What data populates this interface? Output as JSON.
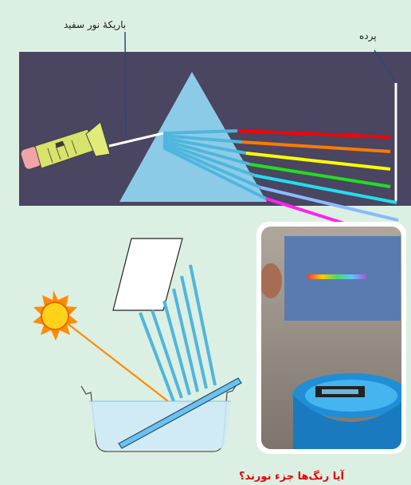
{
  "labels": {
    "white_beam": "باریکهٔ نور سفید",
    "screen": "پرده",
    "bottom_question": "آیا رنگ‌ها جزء نورند؟"
  },
  "icons": [
    "flashlight-icon",
    "prism-icon",
    "sun-icon",
    "mirror-icon",
    "water-bowl-icon"
  ],
  "colors": {
    "background": "#dcefe3",
    "panel": "#4a4560",
    "prism": "#8fd3ee",
    "spectrum": [
      "#ff0000",
      "#ff7a00",
      "#ffff00",
      "#22dd22",
      "#22ddee",
      "#88bbff",
      "#ff22ee"
    ]
  }
}
